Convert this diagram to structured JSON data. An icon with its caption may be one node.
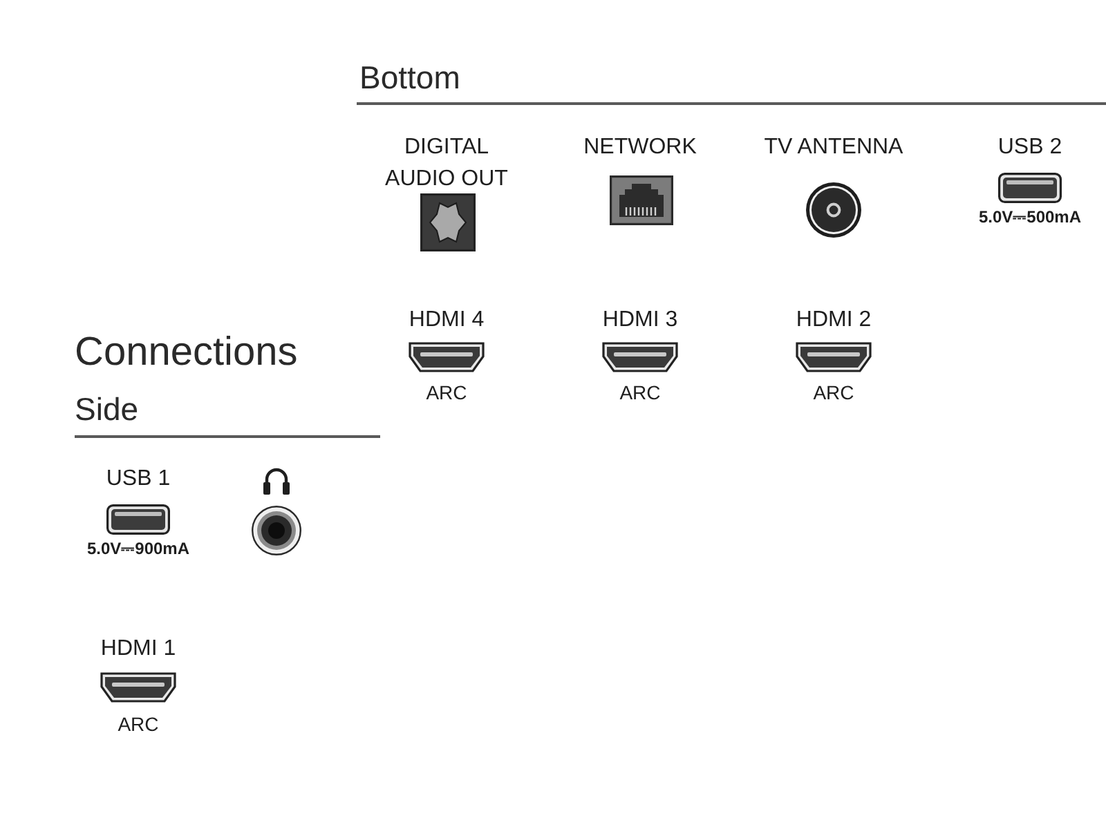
{
  "diagram": {
    "title": "Connections",
    "labels": [
      "Bottom",
      "DIGITAL AUDIO OUT",
      "NETWORK",
      "TV ANTENNA",
      "USB 2",
      "5.0V⎓500mA",
      "HDMI 4",
      "ARC",
      "HDMI 3",
      "ARC",
      "HDMI 2",
      "ARC",
      "Side",
      "USB 1",
      "5.0V⎓900mA",
      "HDMI 1",
      "ARC"
    ]
  }
}
